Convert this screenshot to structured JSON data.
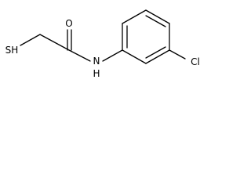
{
  "molecule": {
    "atoms": {
      "sulfur": "SH",
      "oxygen": "O",
      "nitrogen": "N",
      "nitrogen_h": "H",
      "chlorine": "Cl"
    }
  },
  "colors": {
    "bond": "#000000",
    "text": "#000000",
    "background": "#ffffff"
  }
}
